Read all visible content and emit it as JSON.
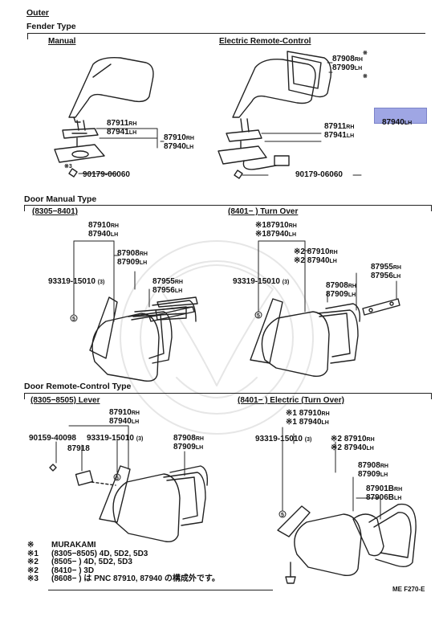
{
  "headings": {
    "outer": "Outer",
    "fender_type": "Fender Type",
    "manual": "Manual",
    "electric_remote": "Electric Remote-Control",
    "door_manual_type": "Door Manual Type",
    "dm_left": "(8305−8401)",
    "dm_right": "(8401−        ) Turn Over",
    "door_remote_type": "Door Remote-Control Type",
    "dr_left": "(8305−8505) Lever",
    "dr_right": "(8401−        ) Electric (Turn Over)"
  },
  "fender_manual": {
    "p87911": "87911",
    "p87911_s": "RH",
    "p87941": "87941",
    "p87941_s": "LH",
    "p87910": "87910",
    "p87910_s": "RH",
    "p87940": "87940",
    "p87940_s": "LH",
    "star3": "※3",
    "bolt": "90179-06060"
  },
  "fender_electric": {
    "star_a": "※",
    "p87908": "87908",
    "p87908_s": "RH",
    "p87909": "87909",
    "p87909_s": "LH",
    "star_b": "※",
    "p87940": "87940",
    "p87940_s": "LH",
    "p87911": "87911",
    "p87911_s": "RH",
    "p87941": "87941",
    "p87941_s": "LH",
    "bolt": "90179-06060"
  },
  "door_manual_left": {
    "p87910": "87910",
    "p87910_s": "RH",
    "p87940": "87940",
    "p87940_s": "LH",
    "p87908": "87908",
    "p87908_s": "RH",
    "p87909": "87909",
    "p87909_s": "LH",
    "screw": "93319-15010",
    "screw_q": "(3)",
    "p87955": "87955",
    "p87955_s": "RH",
    "p87956": "87956",
    "p87956_s": "LH",
    "circle": "5"
  },
  "door_manual_right": {
    "p87910": "※187910",
    "p87910_s": "RH",
    "p87940": "※187940",
    "p87940_s": "LH",
    "p87910b": "※2 87910",
    "p87910b_s": "RH",
    "p87940b": "※2 87940",
    "p87940b_s": "LH",
    "screw": "93319-15010",
    "screw_q": "(3)",
    "p87955": "87955",
    "p87955_s": "RH",
    "p87956": "87956",
    "p87956_s": "LH",
    "p87908": "87908",
    "p87908_s": "RH",
    "p87909": "87909",
    "p87909_s": "LH",
    "circle": "5"
  },
  "door_remote_left": {
    "p87910": "87910",
    "p87910_s": "RH",
    "p87940": "87940",
    "p87940_s": "LH",
    "bolt": "90159-40098",
    "screw": "93319-15010",
    "screw_q": "(3)",
    "p87918": "87918",
    "p87908": "87908",
    "p87908_s": "RH",
    "p87909": "87909",
    "p87909_s": "LH",
    "circle": "5"
  },
  "door_remote_right": {
    "p87910": "※1 87910",
    "p87910_s": "RH",
    "p87940": "※1 87940",
    "p87940_s": "LH",
    "screw": "93319-15010",
    "screw_q": "(3)",
    "p87910b": "※2 87910",
    "p87910b_s": "RH",
    "p87940b": "※2 87940",
    "p87940b_s": "LH",
    "p87908": "87908",
    "p87908_s": "RH",
    "p87909": "87909",
    "p87909_s": "LH",
    "p87901": "87901B",
    "p87901_s": "RH",
    "p87906": "87906B",
    "p87906_s": "LH",
    "circle": "5"
  },
  "legend": [
    {
      "key": "※",
      "text": "MURAKAMI"
    },
    {
      "key": "※1",
      "text": "(8305−8505) 4D, 5D2, 5D3"
    },
    {
      "key": "※2",
      "text": "(8505−        ) 4D, 5D2, 5D3"
    },
    {
      "key": "※2",
      "text": "(8410−        ) 3D"
    },
    {
      "key": "※3",
      "text": "(8608−        ) は  PNC 87910, 87940 の構成外です。"
    }
  ],
  "footer_code": "ME F270-E",
  "colors": {
    "ink": "#111111",
    "highlight": "#9fa6e4"
  }
}
